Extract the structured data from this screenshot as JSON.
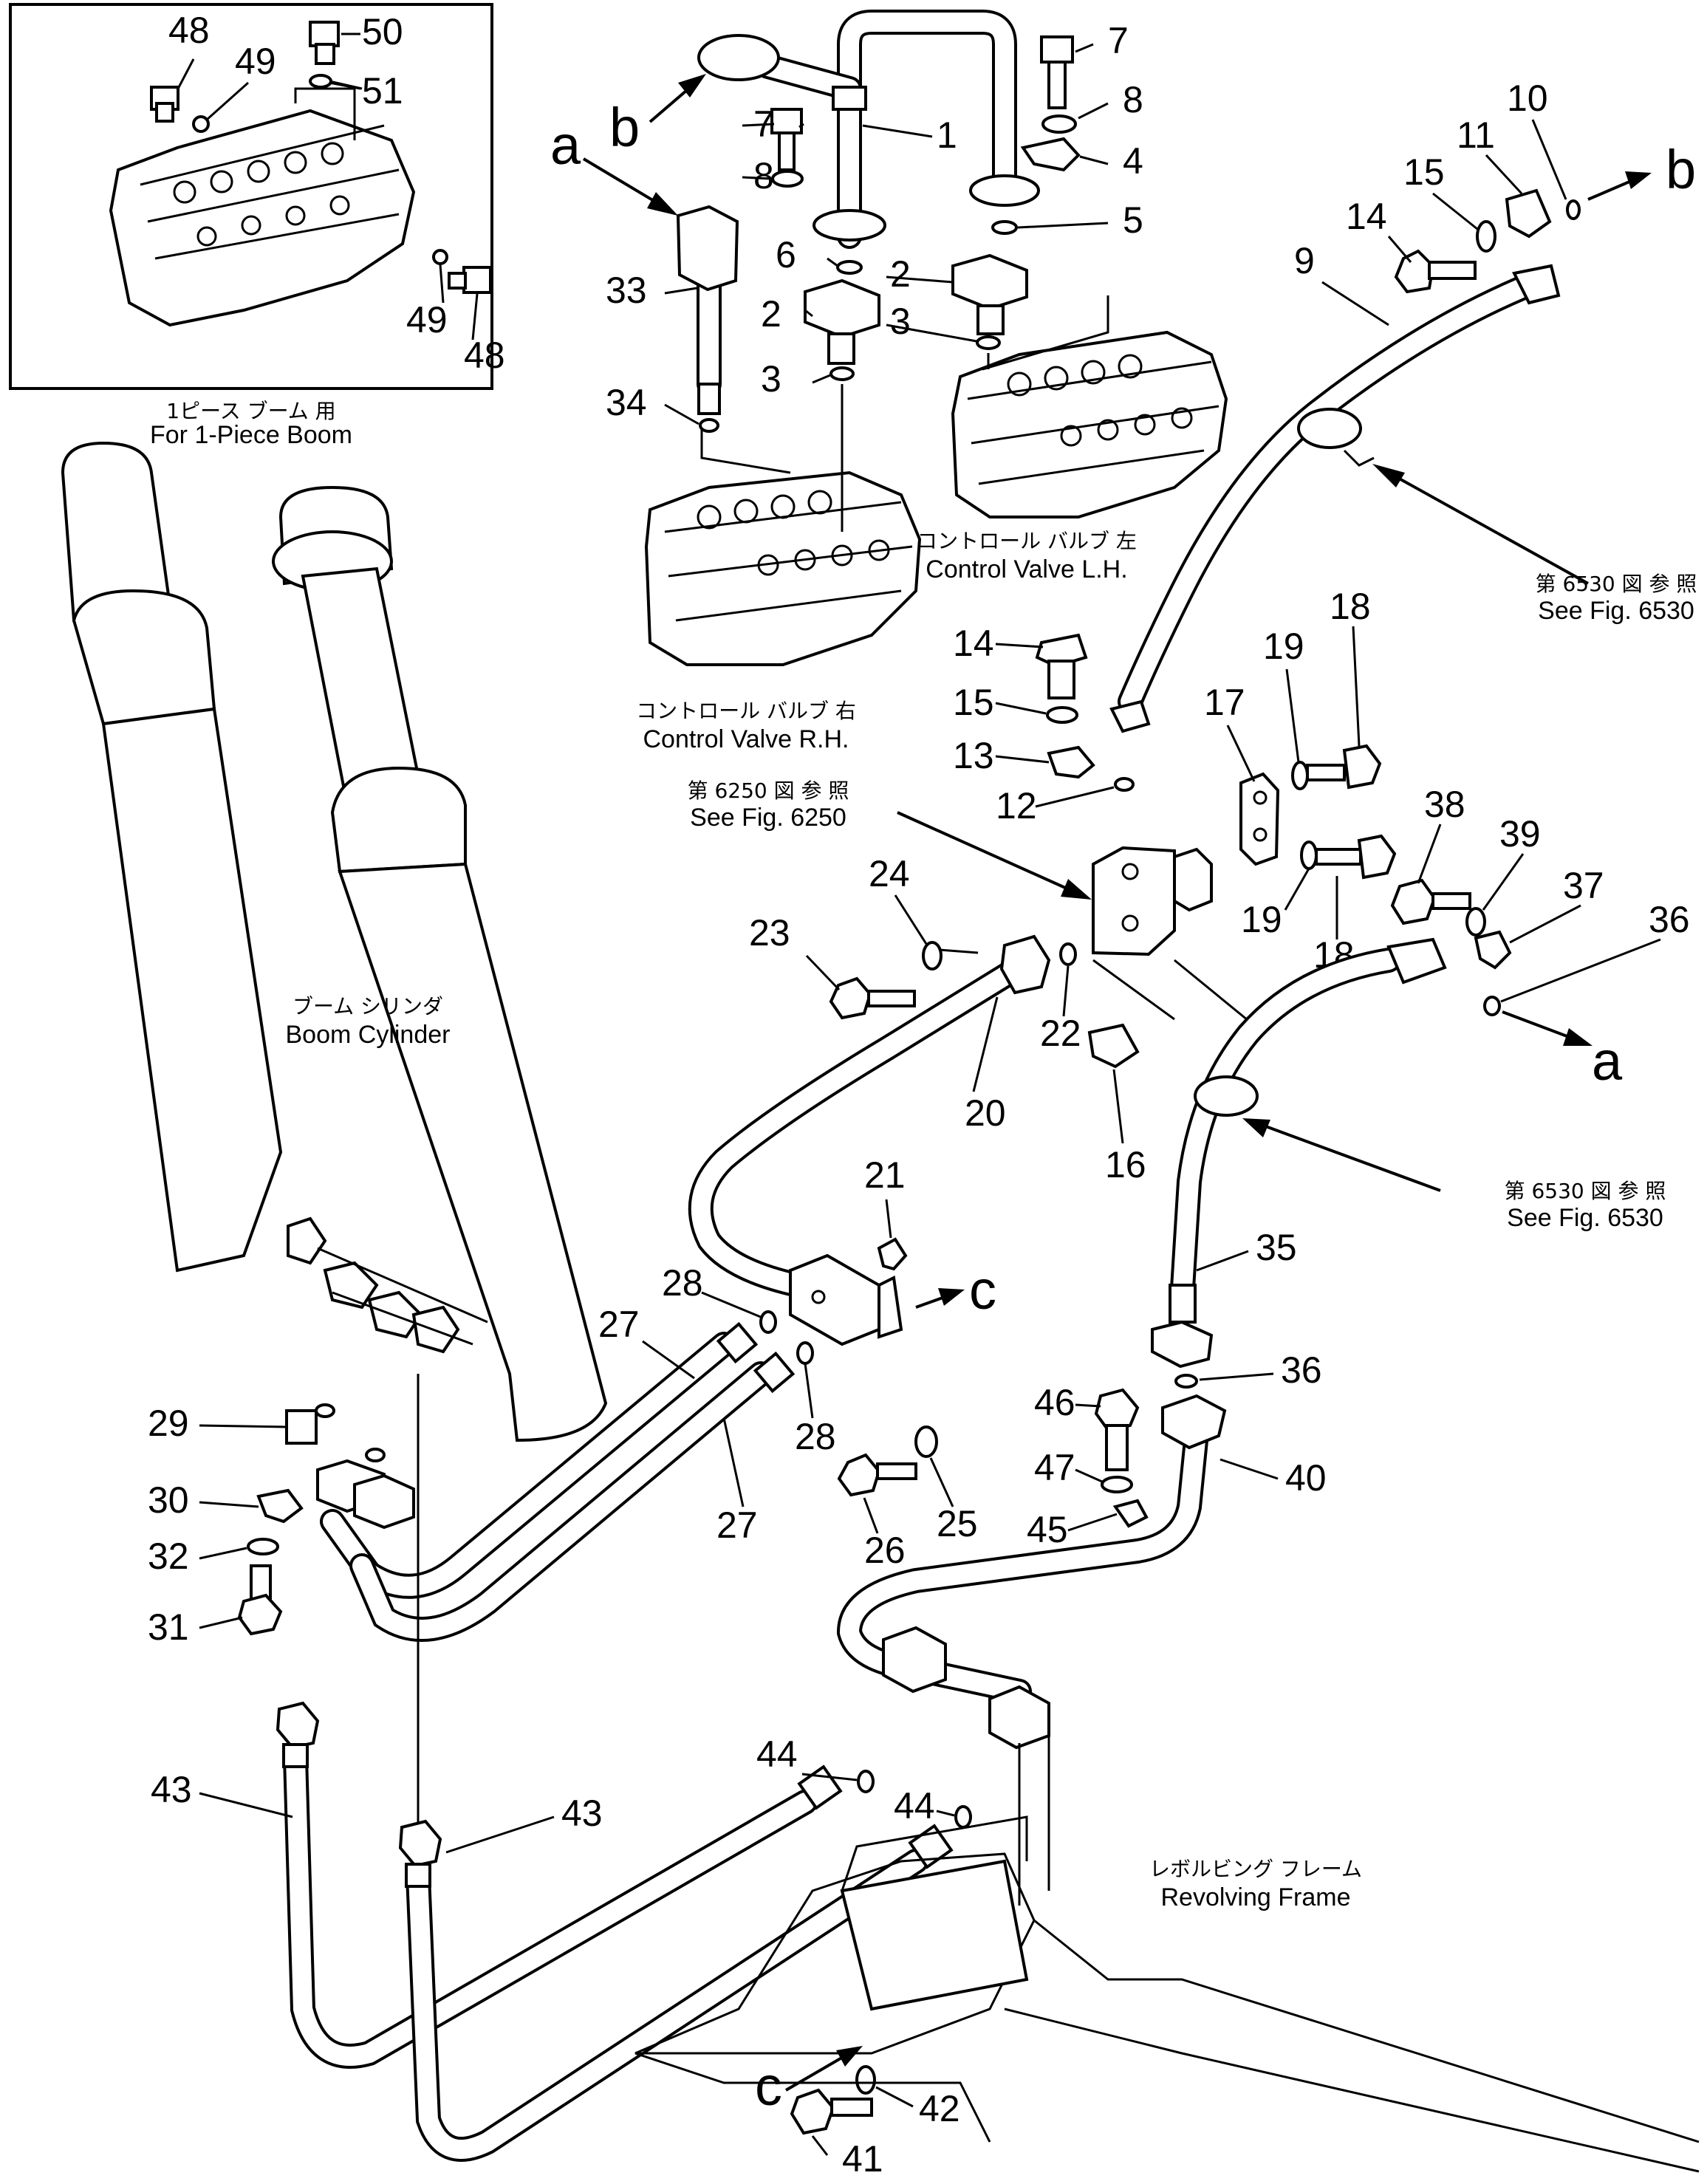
{
  "captions": {
    "inset_jp": "1ピース ブーム 用",
    "inset_en": "For 1-Piece Boom",
    "cv_left_jp": "コントロール バルブ 左",
    "cv_left_en": "Control Valve L.H.",
    "cv_right_jp": "コントロール バルブ 右",
    "cv_right_en": "Control Valve R.H.",
    "ref6530a_jp": "第 6530 図 参 照",
    "ref6530a_en": "See Fig. 6530",
    "ref6250_jp": "第 6250 図 参 照",
    "ref6250_en": "See Fig. 6250",
    "ref6530b_jp": "第 6530 図 参 照",
    "ref6530b_en": "See Fig. 6530",
    "boom_jp": "ブーム シリンダ",
    "boom_en": "Boom Cylinder",
    "frame_jp": "レボルビング フレーム",
    "frame_en": "Revolving Frame"
  },
  "arrow_letters": {
    "a_top": "a",
    "b_top": "b",
    "b_right": "b",
    "a_right": "a",
    "c_mid": "c",
    "c_bottom": "c"
  },
  "part_labels": [
    "48",
    "49",
    "50",
    "51",
    "49",
    "48",
    "7",
    "8",
    "4",
    "5",
    "1",
    "7",
    "8",
    "6",
    "2",
    "3",
    "2",
    "3",
    "33",
    "34",
    "10",
    "11",
    "15",
    "14",
    "9",
    "14",
    "15",
    "13",
    "12",
    "18",
    "19",
    "17",
    "19",
    "18",
    "38",
    "39",
    "37",
    "36",
    "24",
    "23",
    "22",
    "20",
    "16",
    "21",
    "28",
    "27",
    "28",
    "27",
    "26",
    "25",
    "35",
    "36",
    "46",
    "47",
    "45",
    "40",
    "29",
    "30",
    "32",
    "31",
    "44",
    "44",
    "43",
    "43",
    "42",
    "41"
  ]
}
